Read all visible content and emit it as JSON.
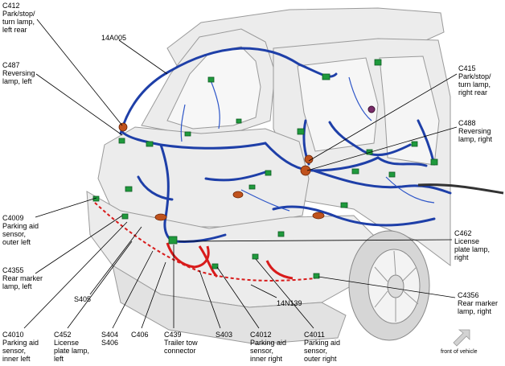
{
  "callouts": {
    "c412": "C412\nPark/stop/\nturn lamp,\nleft rear",
    "a14a005": "14A005",
    "c487": "C487\nReversing\nlamp, left",
    "c415": "C415\nPark/stop/\nturn lamp,\nright rear",
    "c488": "C488\nReversing\nlamp, right",
    "c4009": "C4009\nParking aid\nsensor,\nouter left",
    "c4355": "C4355\nRear marker\nlamp, left",
    "c462": "C462\nLicense\nplate lamp,\nright",
    "s405": "S405",
    "c4356": "C4356\nRear marker\nlamp, right",
    "n14n139": "14N139",
    "c4010": "C4010\nParking aid\nsensor,\ninner left",
    "c452": "C452\nLicense\nplate lamp,\nleft",
    "s404s406": "S404\nS406",
    "c406": "C406",
    "c439": "C439\nTrailer tow\nconnector",
    "s403": "S403",
    "c4012": "C4012\nParking aid\nsensor,\ninner right",
    "c4011": "C4011\nParking aid\nsensor,\nouter right"
  },
  "orientation": {
    "label": "front of vehicle",
    "icon": "arrow-icon"
  },
  "colors": {
    "body": "#ebebeb",
    "body_line": "#9a9a9a",
    "harness": "#1e3fa8",
    "harness_red": "#d81b1b",
    "connector": "#1f9a3c",
    "lamp": "#c0521d"
  }
}
